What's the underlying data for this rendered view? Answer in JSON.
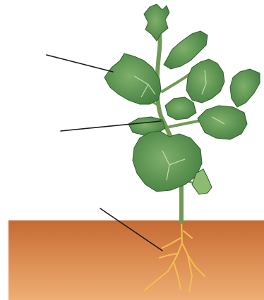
{
  "diagram": {
    "subject": "plant-parts",
    "label_pointers": [
      {
        "target": "leaf"
      },
      {
        "target": "stem"
      },
      {
        "target": "root"
      }
    ],
    "colors": {
      "leaf_fill": "#4f8a4a",
      "leaf_highlight": "#7fb06a",
      "leaf_vein": "#dfe9c9",
      "stem": "#6f9a55",
      "soil_top": "#c9733a",
      "soil_bottom": "#e9a66b",
      "root": "#f2c14e",
      "pointer_line": "#1a1a1a"
    }
  }
}
